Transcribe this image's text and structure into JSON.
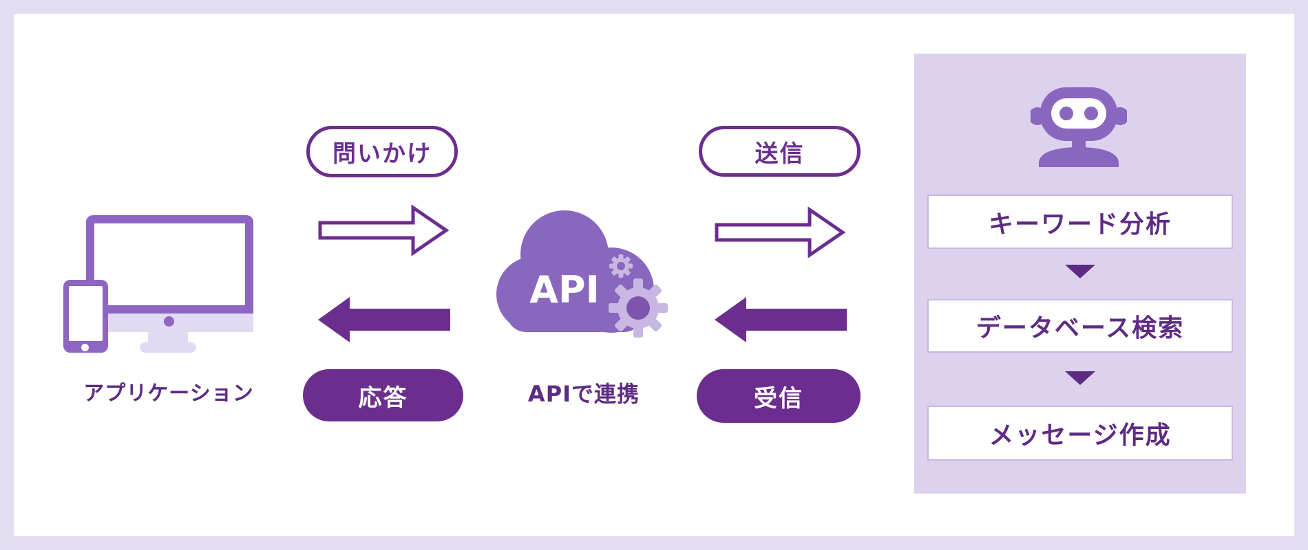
{
  "colors": {
    "page_background": "#E5DDF4",
    "canvas_background": "#FFFFFF",
    "primary_dark_purple": "#6B2E8E",
    "text_purple": "#5E2B84",
    "device_purple": "#8C66C2",
    "device_light_lavender": "#E2D9F2",
    "cloud_purple": "#8A67BE",
    "gear_light": "#C9B7E3",
    "gear_center": "#7E55AD",
    "panel_background": "#DCD2EE",
    "step_box_border": "#C6BADC"
  },
  "application": {
    "label": "アプリケーション"
  },
  "request_flow": {
    "query_label": "問いかけ",
    "response_label": "応答"
  },
  "api": {
    "cloud_text": "API",
    "caption": "APIで連携"
  },
  "bot_flow": {
    "send_label": "送信",
    "receive_label": "受信"
  },
  "bot_panel": {
    "steps": [
      "キーワード分析",
      "データベース検索",
      "メッセージ作成"
    ]
  }
}
